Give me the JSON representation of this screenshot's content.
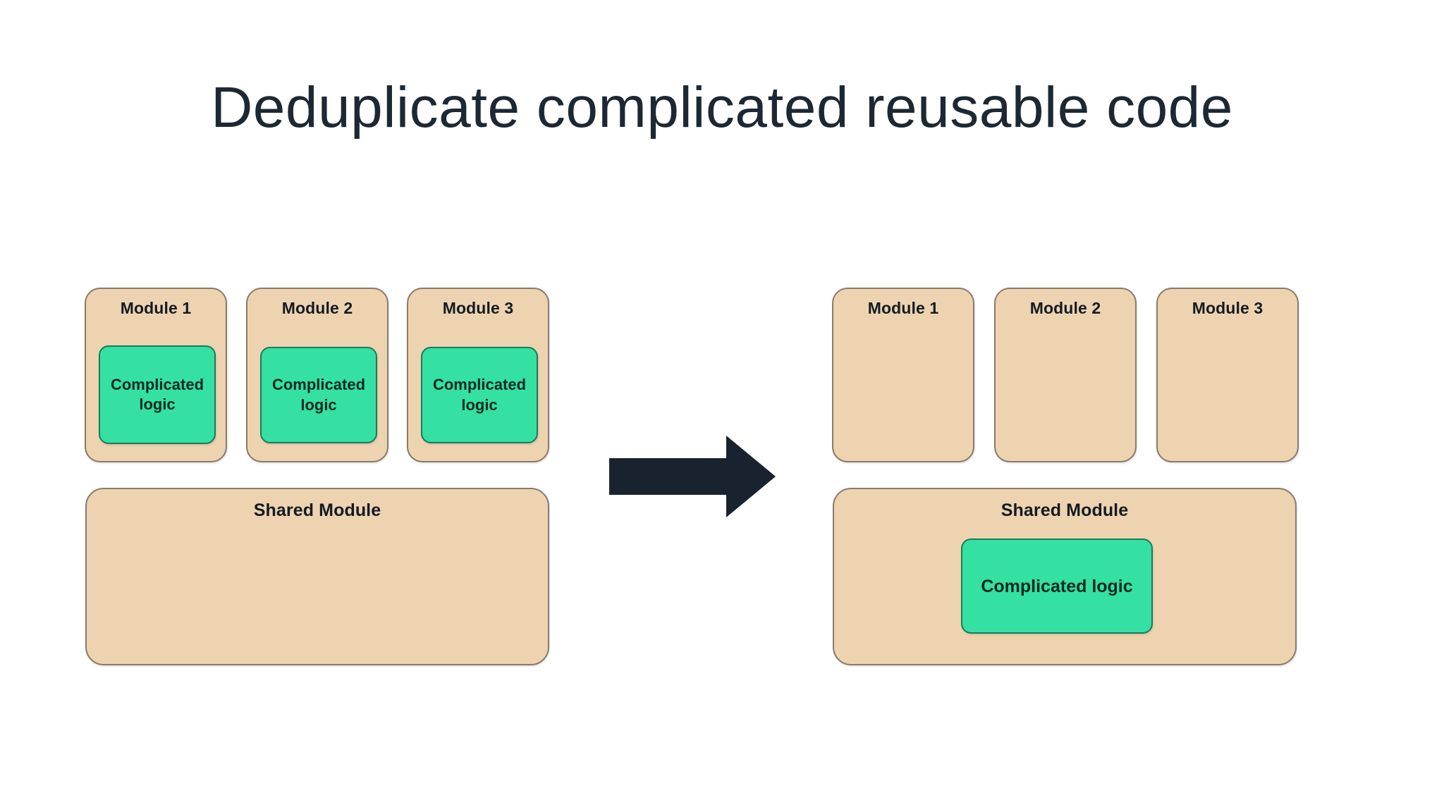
{
  "slide": {
    "title": "Deduplicate complicated reusable code",
    "background_color": "#ffffff"
  },
  "colors": {
    "module_fill": "#eed3b1",
    "module_border": "#8a7a68",
    "logic_fill": "#35e0a3",
    "logic_border": "#1a7a5e",
    "arrow_fill": "#19232f",
    "title_text": "#1c2833",
    "label_text": "#141b21"
  },
  "before": {
    "group_name": "before-refactor",
    "modules": [
      {
        "label": "Module 1",
        "logic_label": "Complicated logic",
        "has_logic": true
      },
      {
        "label": "Module 2",
        "logic_label": "Complicated logic",
        "has_logic": true
      },
      {
        "label": "Module 3",
        "logic_label": "Complicated logic",
        "has_logic": true
      }
    ],
    "shared_module": {
      "label": "Shared Module",
      "has_logic": false,
      "logic_label": ""
    }
  },
  "after": {
    "group_name": "after-refactor",
    "modules": [
      {
        "label": "Module 1",
        "logic_label": "",
        "has_logic": false
      },
      {
        "label": "Module 2",
        "logic_label": "",
        "has_logic": false
      },
      {
        "label": "Module 3",
        "logic_label": "",
        "has_logic": false
      }
    ],
    "shared_module": {
      "label": "Shared Module",
      "has_logic": true,
      "logic_label": "Complicated logic"
    }
  },
  "arrow": {
    "icon": "arrow-right-icon",
    "direction": "right",
    "color": "#19232f"
  }
}
